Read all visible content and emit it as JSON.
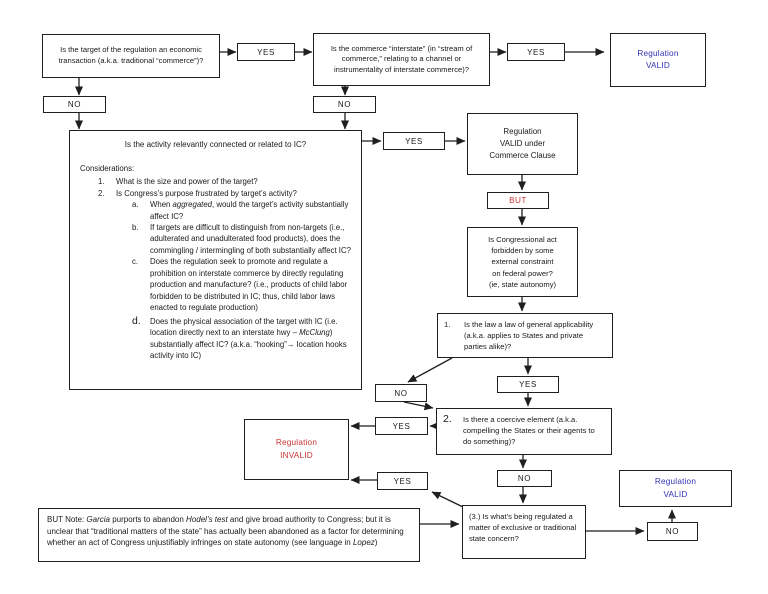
{
  "colors": {
    "valid_blue": "#3333b3",
    "invalid_red": "#cc3333",
    "line_black": "#1f1f1f",
    "background": "#ffffff"
  },
  "labels": {
    "yes": "YES",
    "no": "NO",
    "but": "BUT"
  },
  "nodes": {
    "q_economic": "Is the target of the regulation an economic transaction (a.k.a. traditional “commerce”)?",
    "q_interstate": "Is the commerce “interstate” (in “stream of commerce,” relating to a channel or instrumentality of interstate commerce)?",
    "reg_valid_top": {
      "line1": "Regulation",
      "line2": "VALID"
    },
    "reg_valid_cc": {
      "line1": "Regulation",
      "line2": "VALID under",
      "line3": "Commerce Clause"
    },
    "q_congressional": {
      "line1": "Is Congressional act",
      "line2": "forbidden by some",
      "line3": "external constraint",
      "line4": "on federal power?",
      "line5": "(ie, state autonomy)"
    },
    "q_general": {
      "marker": "1.",
      "text": "Is the law a law of general applicability (a.k.a. applies to States and private parties alike)?"
    },
    "q_coercive": {
      "marker": "2.",
      "text": "Is there a coercive element (a.k.a. compelling the States or their agents to do something)?"
    },
    "reg_invalid": {
      "line1": "Regulation",
      "line2": "INVALID"
    },
    "q_state": {
      "marker": "(3.)",
      "text": "Is what’s being regulated a matter of exclusive or traditional state concern?"
    },
    "reg_valid_bottom": {
      "line1": "Regulation",
      "line2": "VALID"
    }
  },
  "activity_box": {
    "title": "Is the activity relevantly connected or related to IC?",
    "considerations_label": "Considerations:",
    "item1_marker": "1.",
    "item1": "What is the size and power of the target?",
    "item2_marker": "2.",
    "item2": "Is Congress’s purpose frustrated by target’s activity?",
    "sub_a_marker": "a.",
    "sub_a_pre": "When ",
    "sub_a_italic": "aggregated",
    "sub_a_post": ", would the target’s activity substantially affect IC?",
    "sub_b_marker": "b.",
    "sub_b": "If targets are difficult to distinguish from non-targets (i.e., adulterated and unadulterated food products), does the commingling / intermingling of both substantially affect IC?",
    "sub_c_marker": "c.",
    "sub_c": "Does the regulation seek to promote and regulate a prohibition on interstate commerce by directly regulating production and manufacture? (i.e., products of child labor forbidden to be distributed in IC; thus, child labor laws enacted to regulate production)",
    "sub_d_marker": "d.",
    "sub_d_pre": "Does the physical association of the target with IC (i.e. location directly next to an interstate hwy – ",
    "sub_d_italic": "McClung",
    "sub_d_post": ") substantially affect IC? (a.k.a. “hooking”→ location hooks activity into IC)"
  },
  "note_box": {
    "pre": "BUT Note: ",
    "garcia": "Garcia",
    "mid1": " purports to abandon ",
    "hodel": "Hodel’s test",
    "mid2": " and give broad authority to Congress; but it is unclear that “traditional matters of the state” has actually been abandoned as a factor for determining whether an act of Congress unjustifiably infringes on state autonomy (see language in ",
    "lopez": "Lopez",
    "post": ")"
  }
}
